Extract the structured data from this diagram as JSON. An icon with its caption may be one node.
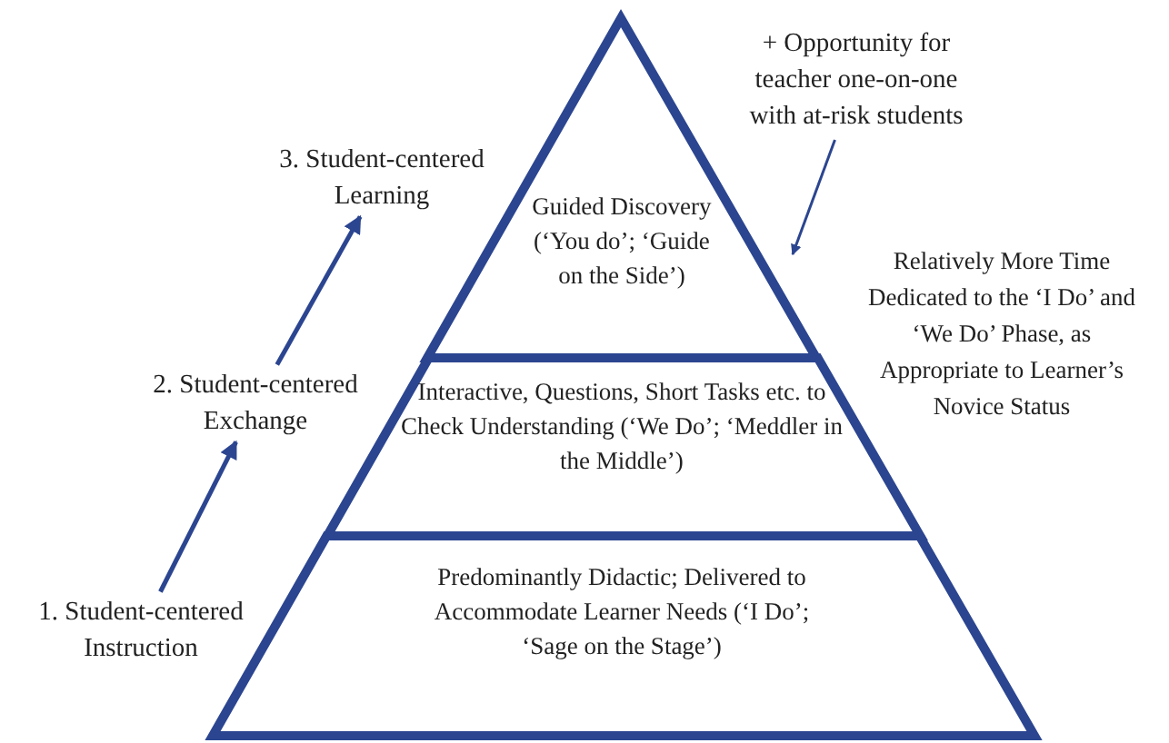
{
  "diagram": {
    "nodes": [
      {
        "text": [
          "Guided Discovery (‘You do’; ‘Guide on the Side’)"
        ]
      },
      {
        "text": [
          "Interactive, Questions, Short Tasks etc. to Check Understanding (‘We Do’; ‘Meddler in the Middle’)"
        ]
      },
      {
        "text": [
          "Predominantly Didactic; Delivered to Accommodate Learner Needs (‘I Do’; ‘Sage on the Stage’)"
        ]
      },
      {
        "text": [
          "1. Student-centered Instruction"
        ]
      },
      {
        "text": [
          "2. Student-centered Exchange"
        ]
      },
      {
        "text": [
          "3. Student-centered Learning"
        ]
      },
      {
        "text": [
          "+ Opportunity for teacher one-on-one with at-risk students"
        ]
      }
    ],
    "edges": [
      {
        "from": 3,
        "to": 4,
        "arrow": "to"
      },
      {
        "from": 4,
        "to": 5,
        "arrow": "to"
      },
      {
        "from": 6,
        "to": 0,
        "arrow": "to"
      }
    ],
    "labels": [
      "Relatively More Time Dedicated to the ‘I Do’ and ‘We Do’ Phase, as Appropriate to Learner’s Novice Status"
    ]
  }
}
